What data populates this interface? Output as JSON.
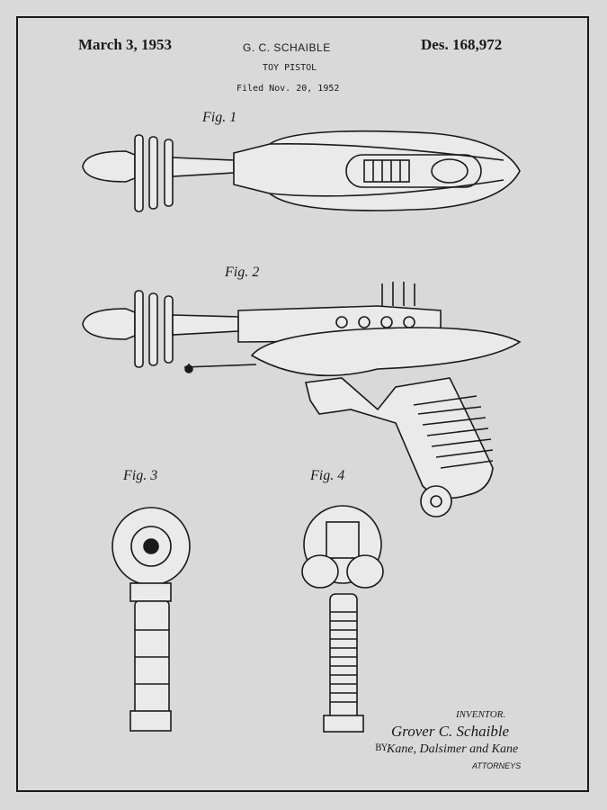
{
  "header": {
    "date": "March 3, 1953",
    "inventor_short": "G. C. SCHAIBLE",
    "title": "TOY PISTOL",
    "filed": "Filed Nov. 20, 1952",
    "patent_number": "Des. 168,972"
  },
  "figures": [
    "Fig. 1",
    "Fig. 2",
    "Fig. 3",
    "Fig. 4"
  ],
  "signature": {
    "inventor_label": "INVENTOR.",
    "inventor_name": "Grover C. Schaible",
    "by": "BY",
    "attorney_signature": "Kane, Dalsimer and Kane",
    "attorneys_label": "ATTORNEYS"
  }
}
